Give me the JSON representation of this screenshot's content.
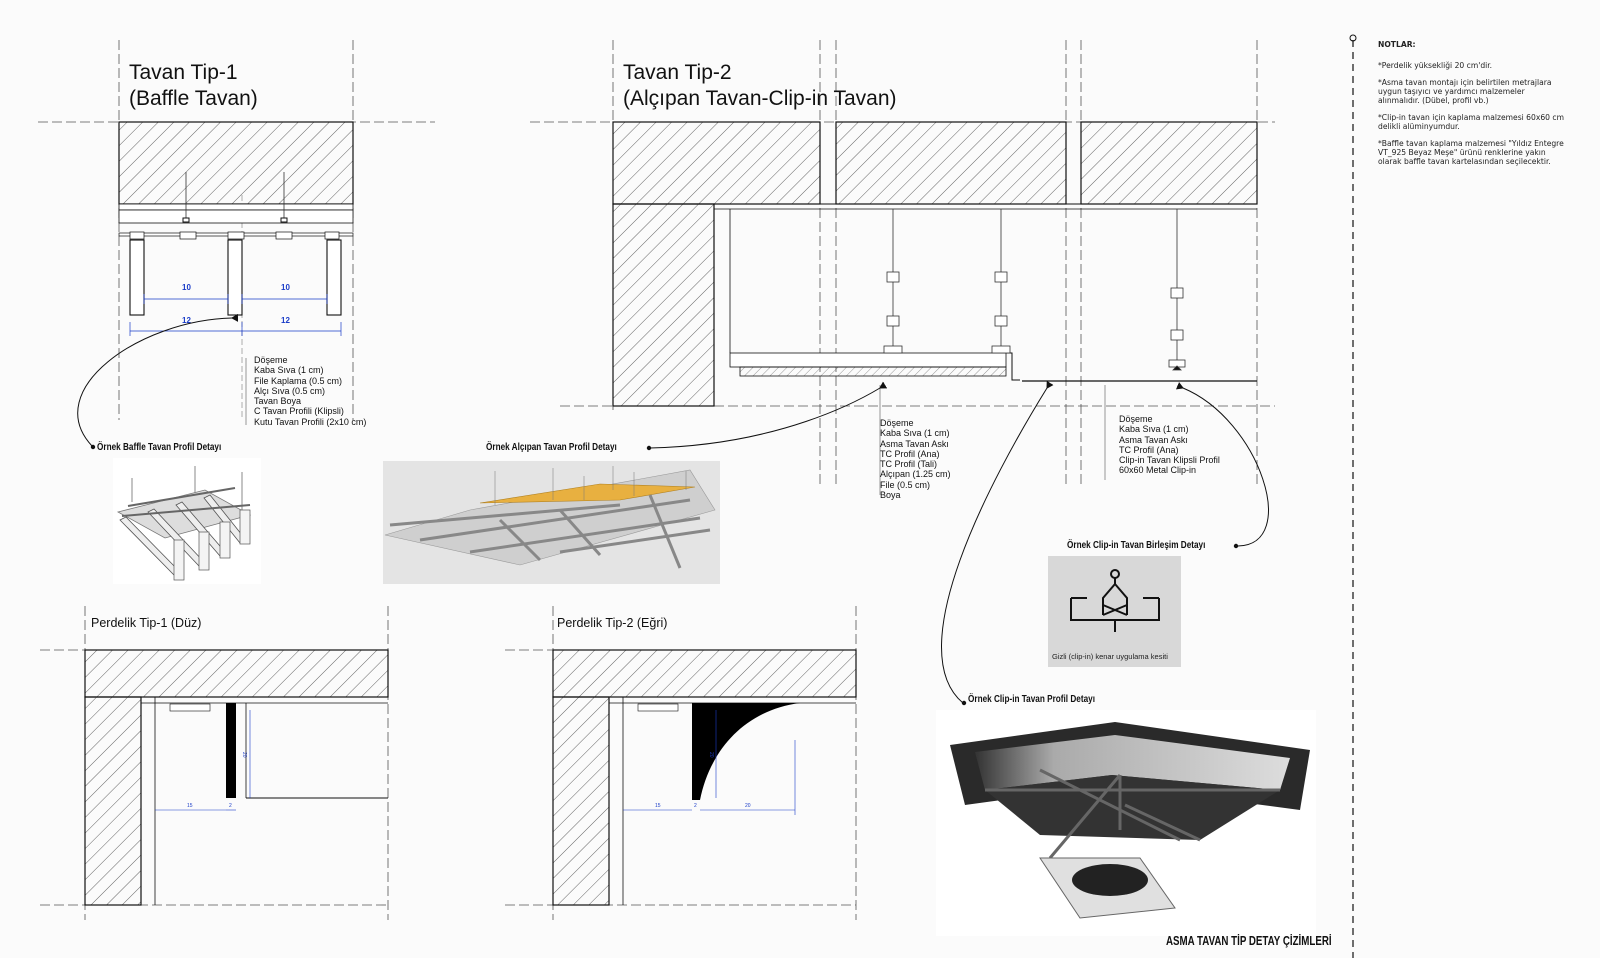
{
  "tip1": {
    "title_line1": "Tavan Tip-1",
    "title_line2": "(Baffle Tavan)"
  },
  "tip2": {
    "title_line1": "Tavan Tip-2",
    "title_line2": "(Alçıpan Tavan-Clip-in Tavan)"
  },
  "tip1_dims": {
    "inner_a": "10",
    "inner_b": "10",
    "outer_a": "12",
    "outer_b": "12"
  },
  "tip1_layers": [
    "Döşeme",
    "Kaba Sıva (1 cm)",
    "File Kaplama (0.5 cm)",
    "Alçı Sıva (0.5 cm)",
    "Tavan Boya",
    "C Tavan Profili (Klipsli)",
    "Kutu Tavan Profili (2x10 cm)"
  ],
  "tip2_layers_a": [
    "Döşeme",
    "Kaba Sıva (1 cm)",
    "Asma Tavan Askı",
    "TC Profil (Ana)",
    "TC Profil (Tali)",
    "Alçıpan (1.25 cm)",
    "File (0.5 cm)",
    "Boya"
  ],
  "tip2_layers_b": [
    "Döşeme",
    "Kaba Sıva (1 cm)",
    "Asma Tavan Askı",
    "TC Profil (Ana)",
    "Clip-in Tavan Klipsli Profil",
    "60x60 Metal Clip-in"
  ],
  "captions": {
    "baffle": "Örnek Baffle Tavan Profil Detayı",
    "alcipan": "Örnek Alçıpan Tavan Profil Detayı",
    "clipin_joint": "Örnek Clip-in Tavan Birleşim Detayı",
    "clipin_profile": "Örnek Clip-in Tavan Profil Detayı",
    "clipin_joint_sub": "Gizli (clip-in) kenar uygulama kesiti"
  },
  "perdelik1": {
    "title": "Perdelik Tip-1 (Düz)",
    "dim_w": "15",
    "dim_t": "2",
    "dim_h": "20"
  },
  "perdelik2": {
    "title": "Perdelik Tip-2 (Eğri)",
    "dim_w": "15",
    "dim_t": "2",
    "dim_c": "20",
    "dim_h": "20"
  },
  "notes": {
    "heading": "NOTLAR:",
    "items": [
      "*Perdelik yüksekliği 20 cm'dir.",
      "*Asma tavan montajı için belirtilen metrajlara uygun taşıyıcı ve yardımcı malzemeler alınmalıdır. (Dübel, profil vb.)",
      "*Clip-in tavan için kaplama malzemesi 60x60 cm delikli alüminyumdur.",
      "*Baffle tavan kaplama malzemesi \"Yıldız Entegre VT_925 Beyaz Meşe\" ürünü renklerine yakın olarak baffle tavan kartelasından seçilecektir."
    ]
  },
  "sheet_title": "ASMA TAVAN TİP DETAY ÇİZİMLERİ",
  "colors": {
    "dimension": "#1a3cc8",
    "gypsum": "#e8b040",
    "line": "#111111"
  }
}
